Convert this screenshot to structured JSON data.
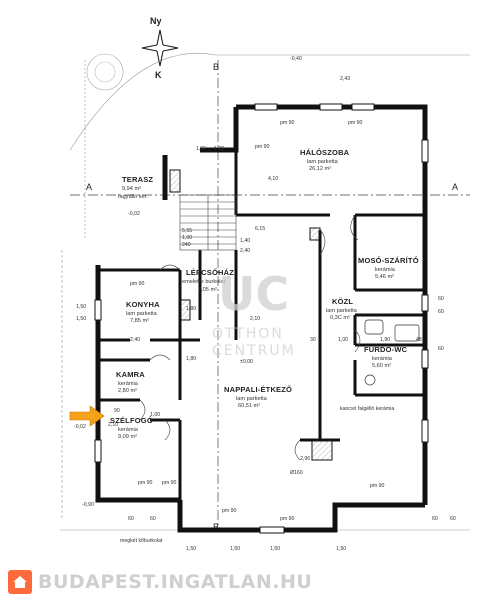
{
  "compass": {
    "north": "Ny",
    "south": "K"
  },
  "rooms": [
    {
      "name": "HÁLÓSZOBA",
      "floor": "lam parketta",
      "area": "26,12 m²"
    },
    {
      "name": "TERASZ",
      "floor": "9,94 m²",
      "area": "fagyálló ker."
    },
    {
      "name": "LÉPCSŐHÁZ",
      "floor": "emeletre burkolat",
      "area": "7,05 m²"
    },
    {
      "name": "KONYHA",
      "floor": "lam parketta",
      "area": "7,85 m²"
    },
    {
      "name": "MOSÓ-SZÁRÍTÓ",
      "floor": "kerámia",
      "area": "5,46 m²"
    },
    {
      "name": "KÖZL",
      "floor": "lam parketta",
      "area": "0,3C m²"
    },
    {
      "name": "FÜRDŐ-WC",
      "floor": "kerámia",
      "area": "5,60 m²"
    },
    {
      "name": "NAPPALI-ÉTKEZŐ",
      "floor": "lam parketta",
      "area": "60,51 m²"
    },
    {
      "name": "KAMRA",
      "floor": "kerámia",
      "area": "2,80 m²"
    },
    {
      "name": "SZÉLFOGÓ",
      "floor": "kerámia",
      "area": "9,09 m²"
    }
  ],
  "section_marks": {
    "a_left": "A",
    "a_right": "A",
    "b_top": "B",
    "b_bottom": "B"
  },
  "dimensions": [
    "-0,40",
    "2,43",
    "pm 90",
    "pm 90",
    "1,55",
    "1,20",
    "pm 90",
    "4,10",
    "6,15",
    "-0,02",
    "5,55",
    "1,00",
    "240",
    "1,40",
    "2,40",
    "1,50",
    "1,50",
    "pm 90",
    "1,80",
    "2,10",
    "2,40",
    "1,80",
    "±0,00",
    "30",
    "1,00",
    "1,90",
    "60",
    "60",
    "48",
    "60",
    "90",
    "2,10",
    "1,00",
    "-0,02",
    "pm 90",
    "pm 90",
    "2,96",
    "Ø160",
    "pm 90",
    "pm 90",
    "pm 90",
    "-0,90",
    "1,50",
    "1,50",
    "1,50",
    "1,50",
    "60",
    "60",
    "60",
    "60"
  ],
  "notes": [
    "megkét kőburkolat",
    "kancsó falgélló kerámia"
  ],
  "watermark": {
    "logo": "UC",
    "line1": "OTTHON",
    "line2": "CENTRUM"
  },
  "footer": {
    "brand": "BUDAPEST.INGATLAN.HU",
    "accent": "#ff6a3d",
    "brand_color": "#cfcfcf"
  },
  "entrance_arrow_color": "#f7a21b"
}
